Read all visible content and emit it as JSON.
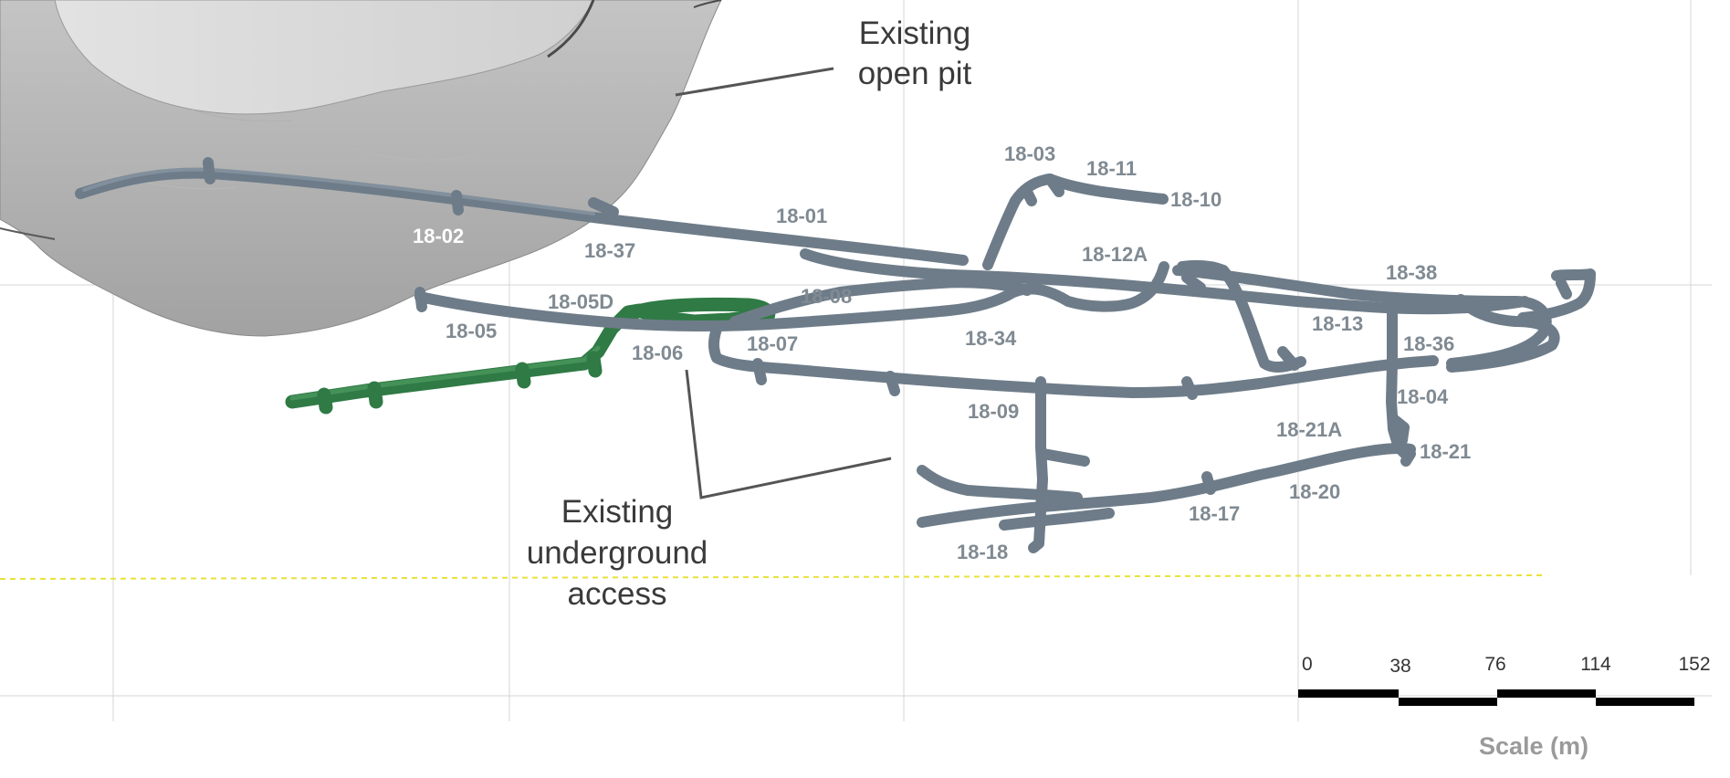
{
  "callouts": {
    "pit_line1": "Existing",
    "pit_line2": "open pit",
    "ug_line1": "Existing",
    "ug_line2": "underground",
    "ug_line3": "access"
  },
  "hole_labels": {
    "h1802": "18-02",
    "h1837": "18-37",
    "h1801": "18-01",
    "h1803": "18-03",
    "h1811": "18-11",
    "h1810": "18-10",
    "h1812A": "18-12A",
    "h1838": "18-38",
    "h1805D": "18-05D",
    "h1808": "18-08",
    "h1805": "18-05",
    "h1806": "18-06",
    "h1807": "18-07",
    "h1834": "18-34",
    "h1813": "18-13",
    "h1836": "18-36",
    "h1804": "18-04",
    "h1809": "18-09",
    "h1821A": "18-21A",
    "h1821": "18-21",
    "h1820": "18-20",
    "h1817": "18-17",
    "h1818": "18-18"
  },
  "scale": {
    "title": "Scale (m)",
    "ticks": [
      "0",
      "38",
      "76",
      "114",
      "152"
    ]
  },
  "colors": {
    "drillhole": "#6e7c89",
    "underground_access": "#2f7a45",
    "open_pit": "#a8a8a8",
    "reference_line": "#e8e23a",
    "label": "#808a92"
  }
}
